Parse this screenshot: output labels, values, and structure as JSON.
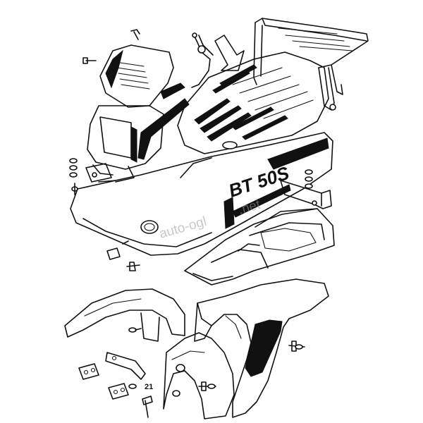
{
  "diagram": {
    "model_label": "BT 50S",
    "watermark": "auto-ogl",
    "watermark_tail": ".net",
    "part_number": "21"
  },
  "colors": {
    "line": "#111111",
    "background": "#ffffff",
    "watermark": "#9a9a9a"
  }
}
